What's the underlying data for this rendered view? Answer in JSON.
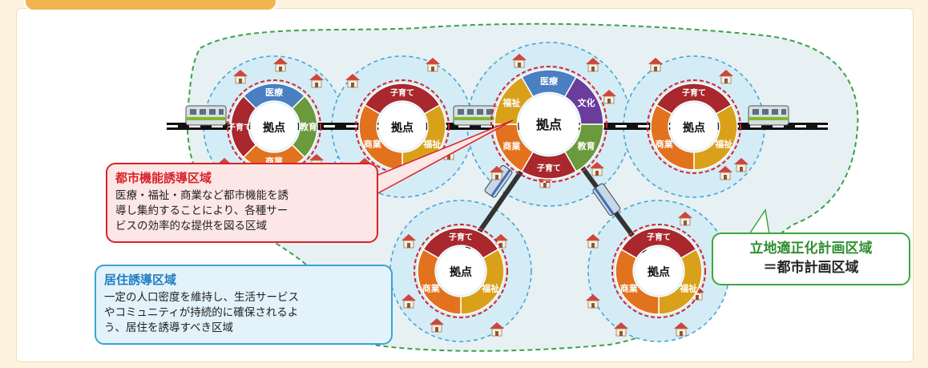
{
  "hubs": [
    {
      "label": "拠点",
      "segments": [
        "医療",
        "教育",
        "商業",
        "子育て"
      ]
    },
    {
      "label": "拠点",
      "segments": [
        "子育て",
        "福祉",
        "商業"
      ]
    },
    {
      "label": "拠点",
      "segments": [
        "医療",
        "文化",
        "教育",
        "子育て",
        "商業",
        "福祉"
      ]
    },
    {
      "label": "拠点",
      "segments": [
        "子育て",
        "福祉",
        "商業"
      ]
    },
    {
      "label": "拠点",
      "segments": [
        "子育て",
        "福祉",
        "商業"
      ]
    },
    {
      "label": "拠点",
      "segments": [
        "子育て",
        "福祉",
        "商業"
      ]
    }
  ],
  "urban_function_area": {
    "title": "都市機能誘導区域",
    "lines": [
      "医療・福祉・商業など都市機能を誘",
      "導し集約することにより、各種サー",
      "ビスの効率的な提供を図る区域"
    ]
  },
  "residential_area": {
    "title": "居住誘導区域",
    "lines": [
      "一定の人口密度を維持し、生活サービス",
      "やコミュニティが持続的に確保されるよ",
      "う、居住を誘導すべき区域"
    ]
  },
  "planning_area": {
    "line1": "立地適正化計画区域",
    "line2": "＝都市計画区域"
  },
  "colors": {
    "medical": "#4a7fc1",
    "education": "#6b9a3c",
    "commerce": "#e2721e",
    "childcare": "#a8282e",
    "welfare": "#d9a01a",
    "culture": "#6a3c9c",
    "background": "#fdf3df",
    "land": "#e7f0f3",
    "zone_border": "#3aa348",
    "residential_zone": "#d4ecf5",
    "urban_ring": "#d8232a"
  }
}
